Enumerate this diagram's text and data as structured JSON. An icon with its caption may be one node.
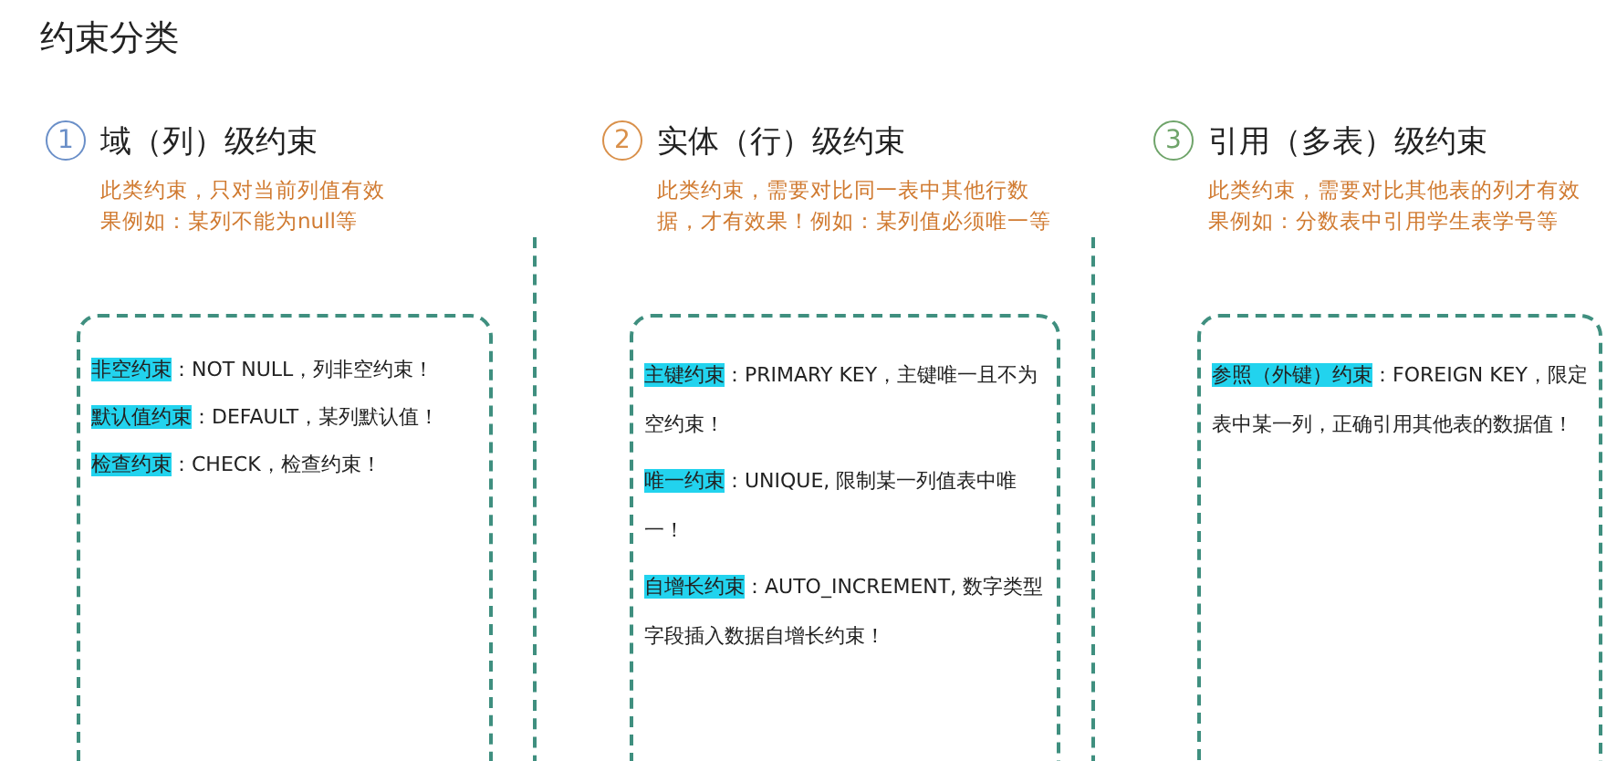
{
  "diagram": {
    "title": "约束分类",
    "nodes": [
      {
        "text": [
          "非空约束：NOT NULL，列非空约束！",
          "默认值约束：DEFAULT，某列默认值！",
          "检查约束：CHECK，检查约束！"
        ]
      },
      {
        "text": [
          "主键约束：PRIMARY KEY，主键唯一且不为空约束！",
          "唯一约束：UNIQUE, 限制某一列值表中唯一！",
          "自增长约束：AUTO_INCREMENT, 数字类型字段插入数据自增长约束！"
        ]
      },
      {
        "text": [
          "参照（外键）约束：FOREIGN KEY，限定表中某一列，正确引用其他表的数据值！"
        ]
      }
    ],
    "labels": [
      "1",
      "域（列）级约束",
      "此类约束，只对当前列值有效果例如：某列不能为null等",
      "2",
      "实体（行）级约束",
      "此类约束，需要对比同一表中其他行数据，才有效果！例如：某列值必须唯一等",
      "3",
      "引用（多表）级约束",
      "此类约束，需要对比其他表的列才有效果例如：分数表中引用学生表学号等"
    ]
  }
}
